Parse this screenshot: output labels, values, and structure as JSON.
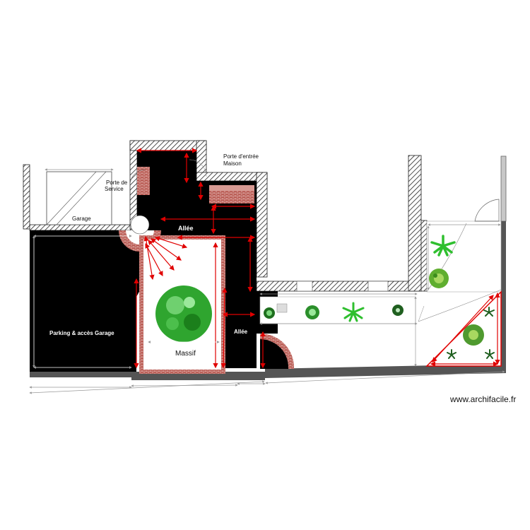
{
  "labels": {
    "garage": "Garage",
    "porte_service_1": "Porte de",
    "porte_service_2": "Service",
    "porte_entree_1": "Porte d'entrée",
    "porte_entree_2": "Maison",
    "allee_top": "Allée",
    "allee_right": "Allée",
    "parking": "Parking & accès Garage",
    "massif": "Massif"
  },
  "watermark": "www.archifacile.fr",
  "colors": {
    "paving": "#000000",
    "brick": "#b5524a",
    "wall": "#606060",
    "dimension": "#e00000",
    "lawn_plant": "#2fa52f"
  },
  "icons": [
    "hatched-wall",
    "door-arc",
    "brick-border",
    "shrub-icon",
    "palm-icon",
    "dimension-arrow"
  ]
}
